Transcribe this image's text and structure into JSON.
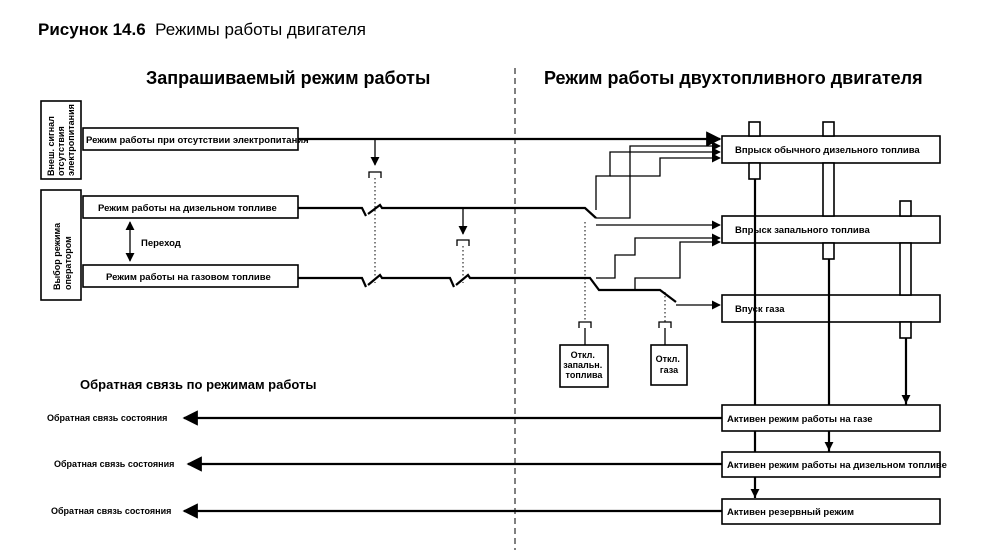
{
  "caption": {
    "label": "Рисунок 14.6",
    "text": "Режимы работы двигателя"
  },
  "headers": {
    "left": "Запрашиваемый режим работы",
    "right": "Режим работы двухтопливного двигателя"
  },
  "left_panel": {
    "ext_signal_lines": [
      "Внеш. сигнал",
      "отсутствия",
      "электропитания"
    ],
    "operator_select_lines": [
      "Выбор режима",
      "оператором"
    ],
    "power_loss_mode": "Режим работы при отсутствии электропитания",
    "diesel_mode": "Режим работы на дизельном топливе",
    "gas_mode": "Режим работы на газовом топливе",
    "transition": "Переход"
  },
  "cutoffs": {
    "pilot": [
      "Откл.",
      "запальн.",
      "топлива"
    ],
    "gas": [
      "Откл.",
      "газа"
    ]
  },
  "outputs": {
    "diesel_injection": "Впрыск обычного дизельного топлива",
    "pilot_injection": "Впрыск запального топлива",
    "gas_inlet": "Впуск газа"
  },
  "feedback": {
    "title": "Обратная связь по режимам работы",
    "rows": [
      {
        "status": "Обратная связь состояния",
        "mode": "Активен режим работы на газе"
      },
      {
        "status": "Обратная связь состояния",
        "mode": "Активен режим работы на дизельном топливе"
      },
      {
        "status": "Обратная связь состояния",
        "mode": "Активен резервный режим"
      }
    ]
  }
}
